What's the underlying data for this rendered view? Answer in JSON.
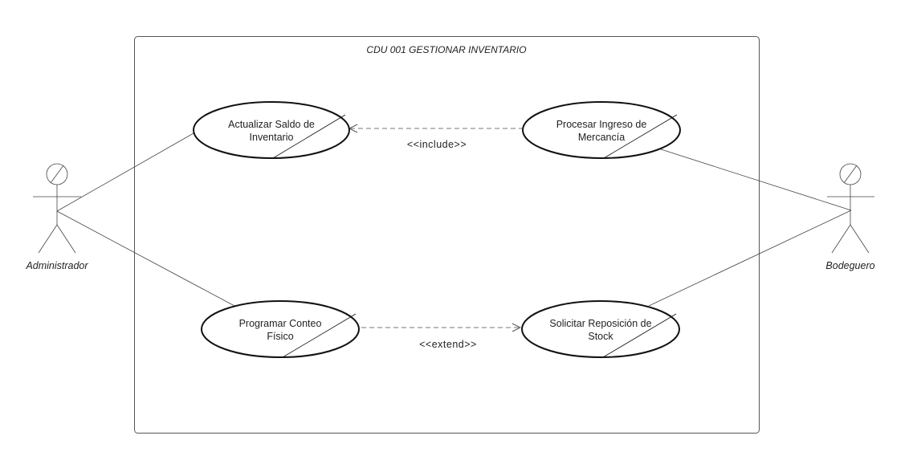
{
  "colors": {
    "line": "#333333",
    "fill": "#ffffff",
    "text": "#1f1f1f"
  },
  "system": {
    "title": "CDU 001 GESTIONAR INVENTARIO"
  },
  "actors": {
    "admin": {
      "name": "Administrador"
    },
    "bodeguero": {
      "name": "Bodeguero"
    }
  },
  "use_cases": {
    "actualizar": {
      "line1": "Actualizar Saldo de",
      "line2": "Inventario"
    },
    "procesar": {
      "line1": "Procesar Ingreso de",
      "line2": "Mercancía"
    },
    "programar": {
      "line1": "Programar Conteo",
      "line2": "Físico"
    },
    "solicitar": {
      "line1": "Solicitar Reposición de",
      "line2": "Stock"
    }
  },
  "relations": {
    "include_label": "<<include>>",
    "extend_label": "<<extend>>"
  }
}
